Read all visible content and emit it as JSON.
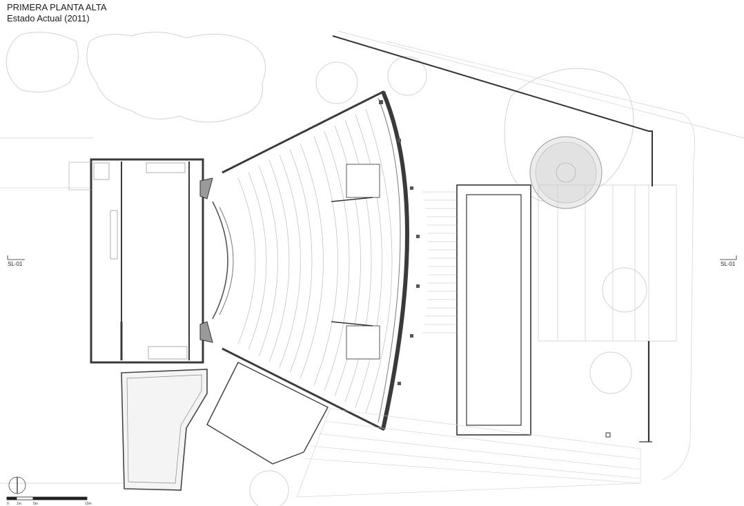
{
  "title": {
    "line1": "PRIMERA PLANTA ALTA",
    "line2": "Estado Actual (2011)"
  },
  "section_marks": {
    "left": "SL-01",
    "right": "SL-01"
  },
  "scale_bar": {
    "labels": [
      "0",
      "1m",
      "5m",
      "10m"
    ]
  },
  "colors": {
    "wall": "#3a3a3a",
    "thin_line": "#8a8a8a",
    "vegetation": "#d4d4d4",
    "seats": "#b9b9b9"
  }
}
